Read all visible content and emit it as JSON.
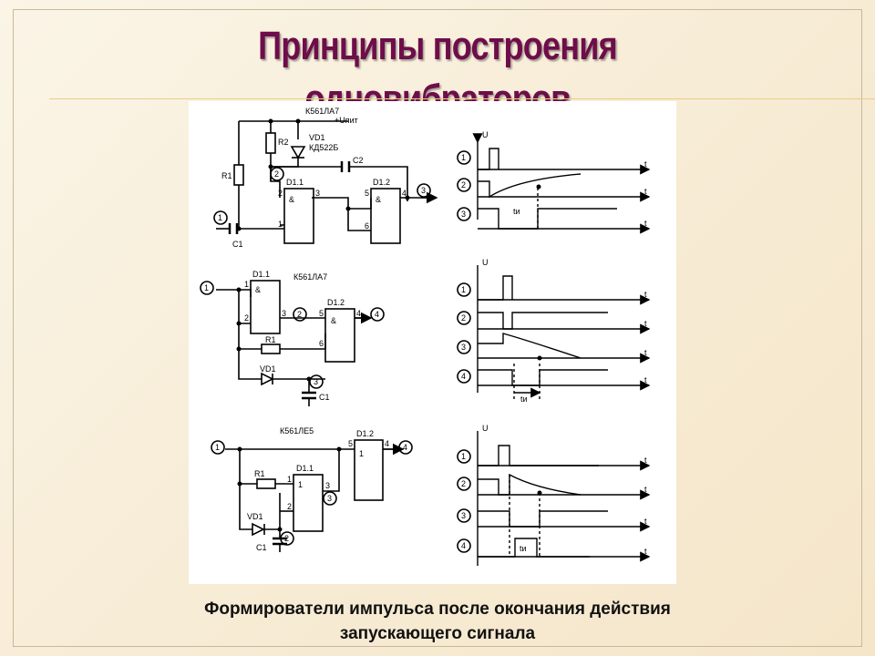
{
  "title": {
    "line1": "Принципы построения",
    "line2": "одновибраторов"
  },
  "caption": {
    "line1": "Формирователи импульса после окончания действия",
    "line2": "запускающего сигнала"
  },
  "circuits": {
    "a": {
      "chip": "К561ЛА7",
      "vplus": "+Uпит",
      "r2": "R2",
      "vd1": "VD1",
      "vd1_type": "КД522Б",
      "c2": "C2",
      "r1": "R1",
      "c1": "C1",
      "d11": "D1.1",
      "d12": "D1.2",
      "amp": "&",
      "p1": "1",
      "p2": "2",
      "p3": "3",
      "p4": "4",
      "p5": "5",
      "p6": "6",
      "n1": "1",
      "n2": "2",
      "n3": "3"
    },
    "b": {
      "chip": "К561ЛА7",
      "d11": "D1.1",
      "d12": "D1.2",
      "amp": "&",
      "r1": "R1",
      "vd1": "VD1",
      "c1": "C1",
      "p1": "1",
      "p2": "2",
      "p3": "3",
      "p4": "4",
      "p5": "5",
      "p6": "6",
      "n1": "1",
      "n2": "2",
      "n3": "3",
      "n4": "4"
    },
    "c": {
      "chip": "К561ЛЕ5",
      "d11": "D1.1",
      "d12": "D1.2",
      "one": "1",
      "r1": "R1",
      "vd1": "VD1",
      "c1": "C1",
      "p1": "1",
      "p2": "2",
      "p3": "3",
      "p4": "4",
      "p5": "5",
      "n1": "1",
      "n2": "2",
      "n3": "3",
      "n4": "4"
    }
  },
  "timing": {
    "u": "U",
    "t": "t",
    "ti": "tи",
    "n1": "1",
    "n2": "2",
    "n3": "3",
    "n4": "4"
  }
}
